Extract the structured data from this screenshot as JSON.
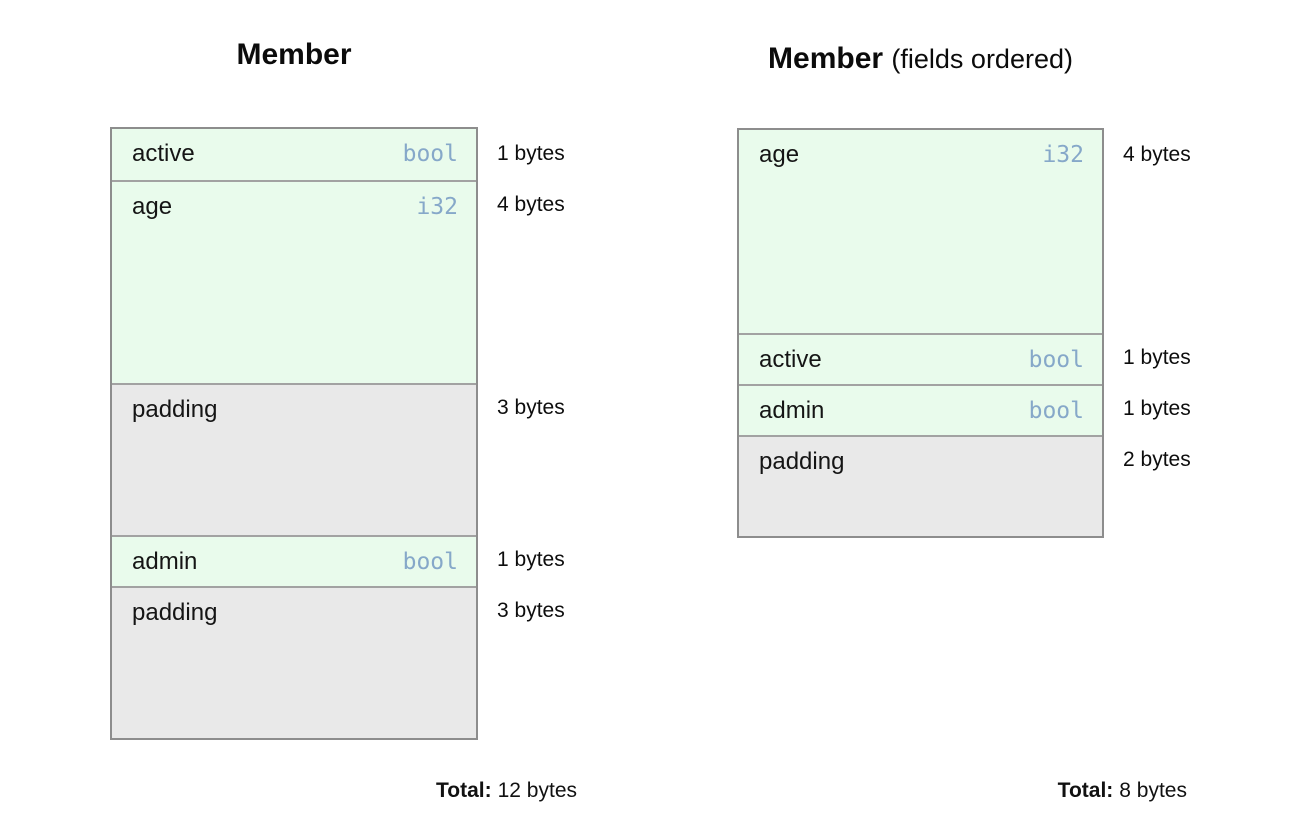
{
  "colors": {
    "field_row_bg": "#e9fbec",
    "padding_row_bg": "#e9e9e9",
    "box_border": "#8d8d8d",
    "row_separator": "#a2a2a2",
    "type_text": "#86a8c9",
    "text": "#111111",
    "background": "#ffffff"
  },
  "left": {
    "title": "Member",
    "rows": [
      {
        "name": "active",
        "type": "bool",
        "kind": "field",
        "bytes": 1,
        "bytes_label": "1 bytes"
      },
      {
        "name": "age",
        "type": "i32",
        "kind": "field",
        "bytes": 4,
        "bytes_label": "4 bytes"
      },
      {
        "name": "padding",
        "type": "",
        "kind": "padding",
        "bytes": 3,
        "bytes_label": "3 bytes"
      },
      {
        "name": "admin",
        "type": "bool",
        "kind": "field",
        "bytes": 1,
        "bytes_label": "1 bytes"
      },
      {
        "name": "padding",
        "type": "",
        "kind": "padding",
        "bytes": 3,
        "bytes_label": "3 bytes"
      }
    ],
    "total_label": "Total:",
    "total_value": "12 bytes"
  },
  "right": {
    "title": "Member",
    "title_suffix": "(fields ordered)",
    "rows": [
      {
        "name": "age",
        "type": "i32",
        "kind": "field",
        "bytes": 4,
        "bytes_label": "4 bytes"
      },
      {
        "name": "active",
        "type": "bool",
        "kind": "field",
        "bytes": 1,
        "bytes_label": "1 bytes"
      },
      {
        "name": "admin",
        "type": "bool",
        "kind": "field",
        "bytes": 1,
        "bytes_label": "1 bytes"
      },
      {
        "name": "padding",
        "type": "",
        "kind": "padding",
        "bytes": 2,
        "bytes_label": "2 bytes"
      }
    ],
    "total_label": "Total:",
    "total_value": "8 bytes"
  }
}
